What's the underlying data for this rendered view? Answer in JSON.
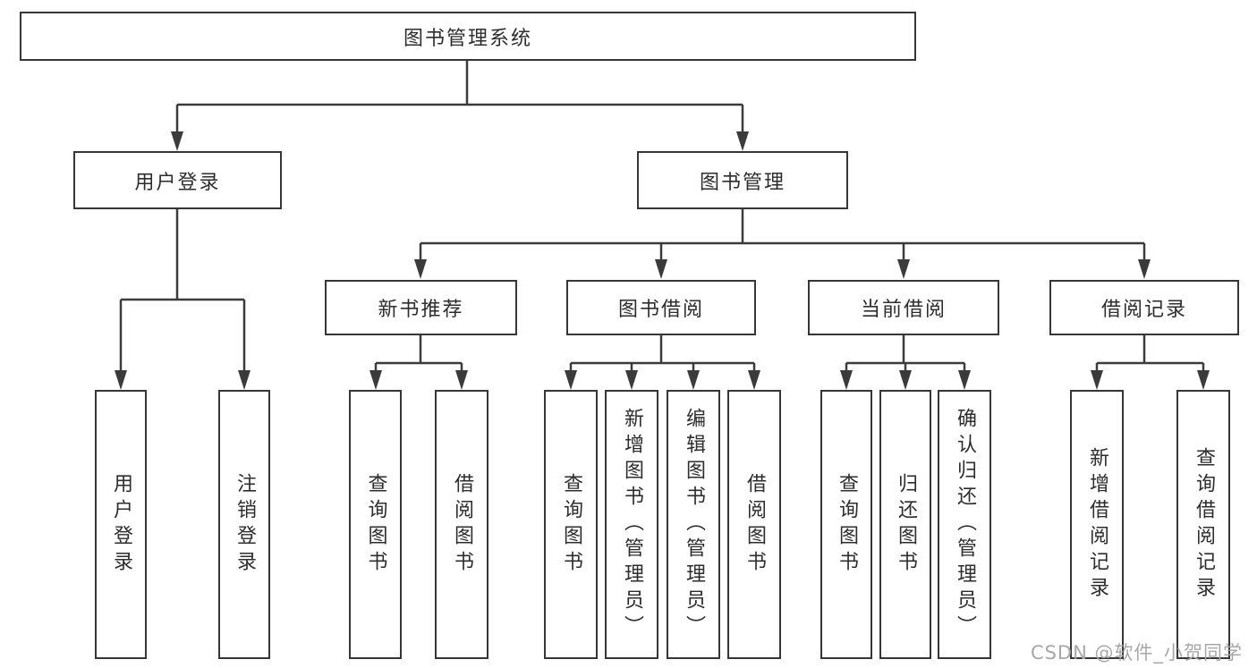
{
  "colors": {
    "line": "#3b3b3b",
    "box_border": "#363636",
    "box_background": "#ffffff",
    "text": "#2d2d2d",
    "watermark": "#a8a8a8",
    "page_background": "#ffffff"
  },
  "watermark": {
    "text": "CSDN @软件_小贺同学"
  },
  "tree": {
    "root": {
      "label": "图书管理系统"
    },
    "children": [
      {
        "label": "用户登录",
        "children": [
          {
            "label": "用户登录"
          },
          {
            "label": "注销登录"
          }
        ]
      },
      {
        "label": "图书管理",
        "children": [
          {
            "label": "新书推荐",
            "children": [
              {
                "label": "查询图书"
              },
              {
                "label": "借阅图书"
              }
            ]
          },
          {
            "label": "图书借阅",
            "children": [
              {
                "label": "查询图书"
              },
              {
                "label": "新增图书（管理员）"
              },
              {
                "label": "编辑图书（管理员）"
              },
              {
                "label": "借阅图书"
              }
            ]
          },
          {
            "label": "当前借阅",
            "children": [
              {
                "label": "查询图书"
              },
              {
                "label": "归还图书"
              },
              {
                "label": "确认归还（管理员）"
              }
            ]
          },
          {
            "label": "借阅记录",
            "children": [
              {
                "label": "新增借阅记录"
              },
              {
                "label": "查询借阅记录"
              }
            ]
          }
        ]
      }
    ]
  }
}
